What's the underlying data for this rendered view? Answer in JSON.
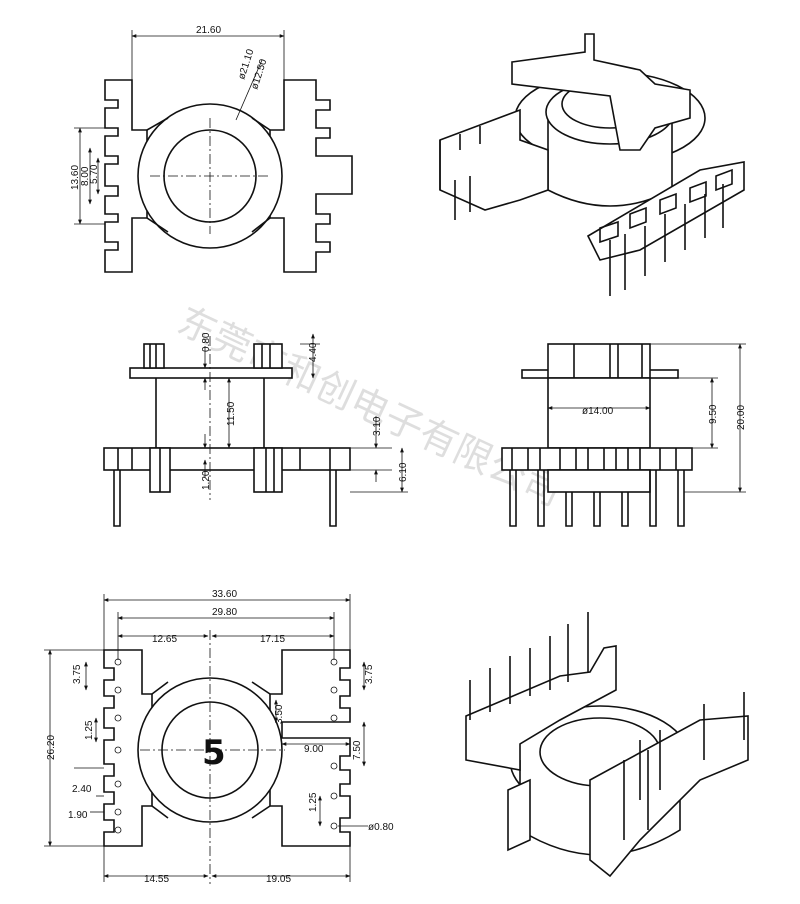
{
  "watermark": "东莞市和创电子有限公司",
  "part_number": "5",
  "top_view": {
    "width": "21.60",
    "dia_outer": "ø21.10",
    "dia_inner": "ø12.50",
    "h1": "13.60",
    "h2": "8.00",
    "h3": "5.70"
  },
  "front_view": {
    "flange_thk": "0.80",
    "top_h": "4.40",
    "core_h": "11.50",
    "base_h": "3.10",
    "pin_step": "1.20",
    "base_total": "6.10"
  },
  "side_view": {
    "core_dia": "ø14.00",
    "core_len": "9.50",
    "total_h": "20.00"
  },
  "bottom_view": {
    "overall_w": "33.60",
    "pin_span": "29.80",
    "left_span": "12.65",
    "right_span": "17.15",
    "height": "26.20",
    "pitch_a": "3.75",
    "pitch_a_r": "3.75",
    "pin_gap_l": "1.25",
    "slot_r": "3.50",
    "center_w": "9.00",
    "pitch_r": "7.50",
    "step_l": "2.40",
    "step_r": "1.25",
    "edge": "1.90",
    "pin_dia": "ø0.80",
    "bot_left": "14.55",
    "bot_right": "19.05"
  }
}
